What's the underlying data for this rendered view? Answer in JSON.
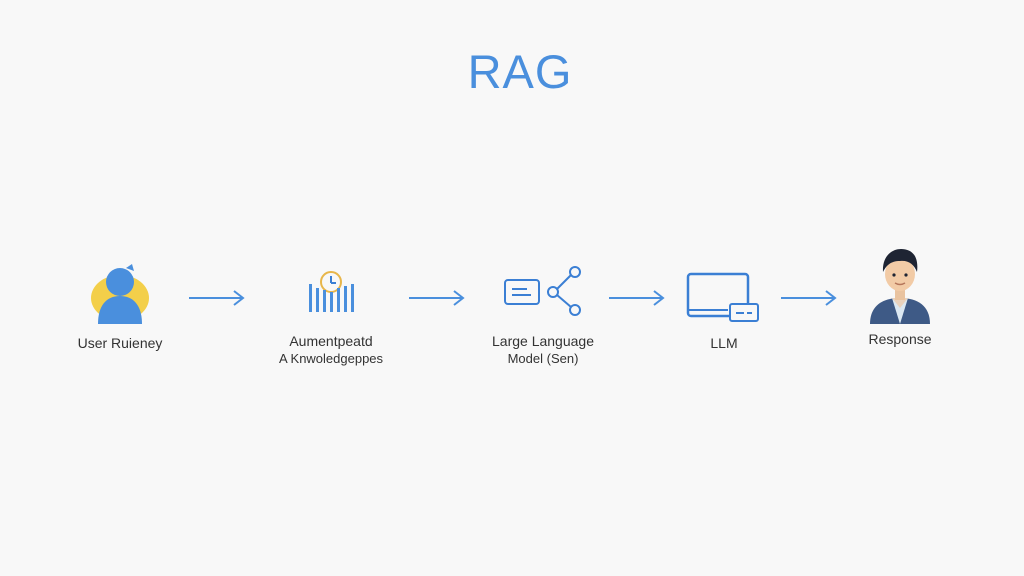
{
  "title": "RAG",
  "colors": {
    "accent": "#4a8fdd",
    "icon_stroke": "#3b7fd4",
    "user_fill": "#4a8fdd",
    "user_halo": "#f3cf4a",
    "text": "#333333"
  },
  "nodes": [
    {
      "label": "User Ruieney",
      "label2": "",
      "icon": "user-icon"
    },
    {
      "label": "Aumentpeatd",
      "label2": "A Knwoledgeppes",
      "icon": "knowledge-base-icon"
    },
    {
      "label": "Large Language",
      "label2": "Model (Sen)",
      "icon": "network-icon"
    },
    {
      "label": "LLM",
      "label2": "",
      "icon": "laptop-icon"
    },
    {
      "label": "Response",
      "label2": "",
      "icon": "person-avatar-icon"
    }
  ]
}
